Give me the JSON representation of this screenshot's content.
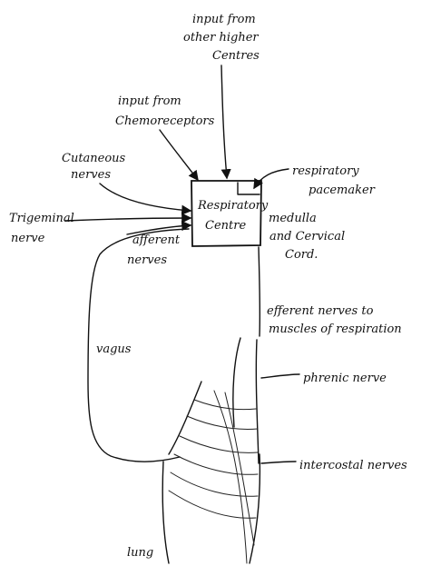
{
  "labels": {
    "higher_centres": [
      "input from",
      "other higher",
      "Centres"
    ],
    "chemoreceptors": [
      "input from",
      "Chemoreceptors"
    ],
    "cutaneous": [
      "Cutaneous",
      "nerves"
    ],
    "trigeminal": [
      "Trigeminal",
      "nerve"
    ],
    "respiratory_centre": [
      "Respiratory",
      "Centre"
    ],
    "pacemaker": [
      "respiratory",
      "pacemaker"
    ],
    "medulla": [
      "medulla",
      "and Cervical",
      "Cord."
    ],
    "afferent": [
      "afferent",
      "nerves"
    ],
    "efferent": [
      "efferent nerves to",
      "muscles of respiration"
    ],
    "vagus": "vagus",
    "phrenic": "phrenic nerve",
    "intercostal": "intercostal nerves",
    "lung": "lung"
  }
}
